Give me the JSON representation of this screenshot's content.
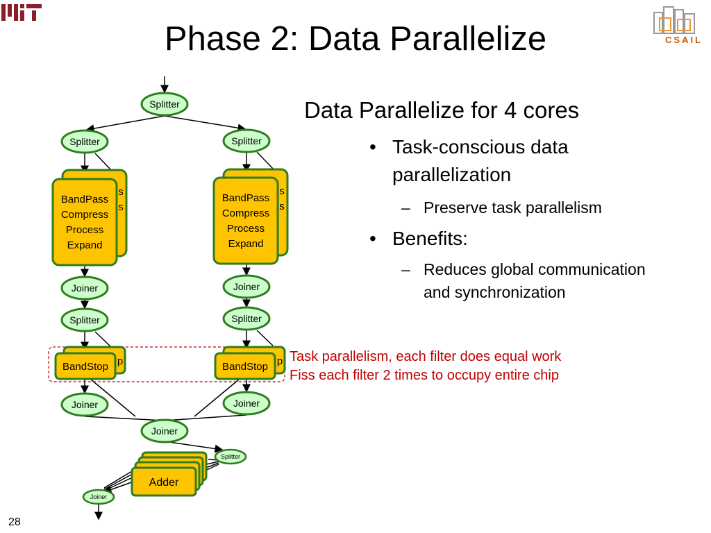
{
  "slide": {
    "title": "Phase 2: Data Parallelize",
    "page_number": "28",
    "logos": {
      "mit": "MIT",
      "csail": "CSAIL"
    }
  },
  "text": {
    "heading": "Data Parallelize for 4 cores",
    "bullet1": "Task-conscious data parallelization",
    "bullet1_line1": "Task-conscious data",
    "bullet1_line2": "parallelization",
    "sub1": "Preserve task parallelism",
    "bullet2": "Benefits:",
    "sub2_line1": "Reduces global communication",
    "sub2_line2": "and synchronization"
  },
  "annotation": {
    "line1": "Task parallelism, each filter does equal work",
    "line2": "Fiss each filter 2 times to occupy entire chip"
  },
  "diagram": {
    "splitter": "Splitter",
    "joiner": "Joiner",
    "bandpass_lines": [
      "BandPass",
      "Compress",
      "Process",
      "Expand"
    ],
    "bandstop": "BandStop",
    "adder": "Adder"
  },
  "colors": {
    "node_fill": "#ccffcc",
    "node_stroke": "#2e7d1e",
    "filter_fill": "#ffc400",
    "filter_stroke": "#2e7d1e",
    "annotation": "#c00000",
    "csail": "#c05a00",
    "mit": "#8a1e2b"
  }
}
